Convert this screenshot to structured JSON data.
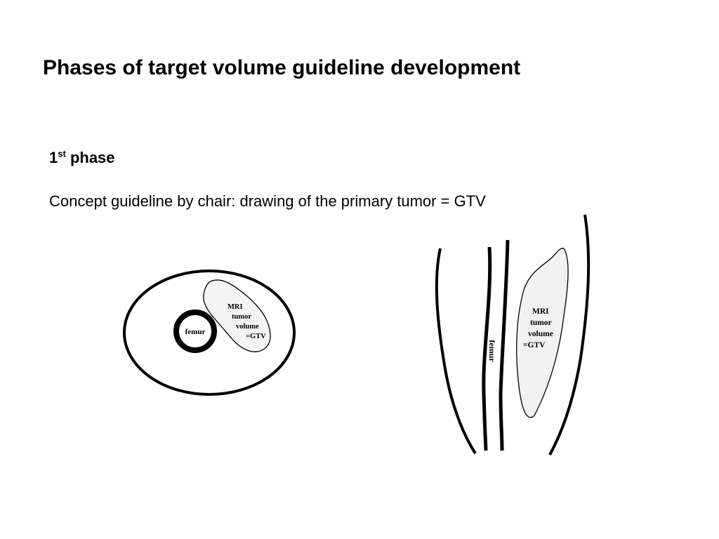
{
  "slide": {
    "title": "Phases of target volume guideline development",
    "phase_number": "1",
    "phase_suffix": "st",
    "phase_word": "phase",
    "concept_text": "Concept guideline by chair: drawing of the primary tumor = GTV"
  },
  "figures": {
    "axial": {
      "femur_label": "femur",
      "tumor_lines": [
        "MRI",
        "tumor",
        "volume",
        "=GTV"
      ]
    },
    "longitudinal": {
      "femur_label": "femur",
      "tumor_lines": [
        "MRI",
        "tumor",
        "volume",
        "=GTV"
      ]
    }
  }
}
